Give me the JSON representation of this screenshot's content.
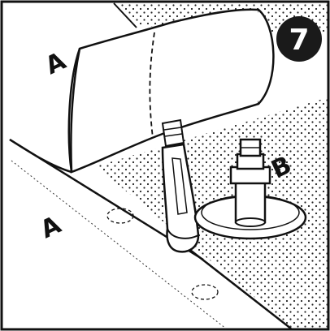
{
  "step": {
    "number": "7"
  },
  "labels": {
    "membrane_roll": "A",
    "membrane_sheet": "A",
    "flange": "B"
  },
  "colors": {
    "ink": "#111111",
    "paper": "#ffffff",
    "dots": "#222222",
    "badge": "#1a1a1a"
  }
}
